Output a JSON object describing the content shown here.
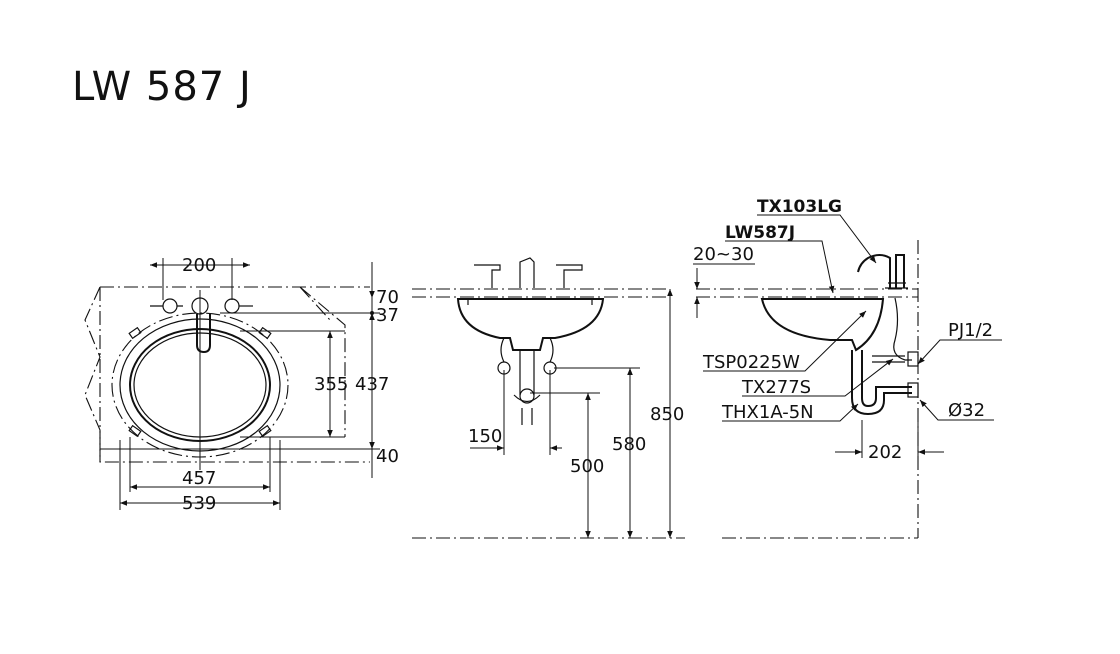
{
  "title": "LW 587 J",
  "plan": {
    "dim_200": "200",
    "dim_70": "70",
    "dim_37": "37",
    "dim_355": "355",
    "dim_437": "437",
    "dim_40": "40",
    "dim_457": "457",
    "dim_539": "539"
  },
  "front": {
    "dim_150": "150",
    "dim_500": "500",
    "dim_580": "580",
    "dim_850": "850"
  },
  "side": {
    "label_faucet": "TX103LG",
    "label_basin": "LW587J",
    "dim_20_30": "20~30",
    "label_supply": "TSP0225W",
    "label_valve": "TX277S",
    "label_trap": "THX1A-5N",
    "label_pj": "PJ1/2",
    "label_d32": "Ø32",
    "dim_202": "202"
  }
}
